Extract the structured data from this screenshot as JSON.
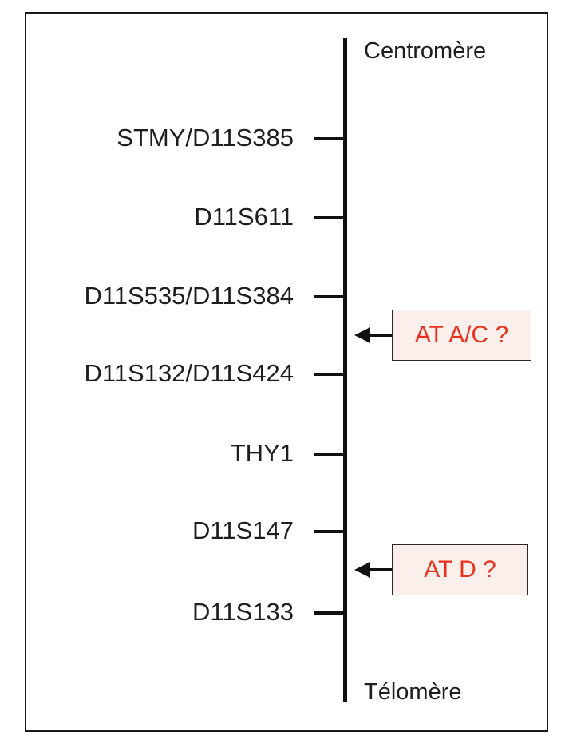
{
  "diagram": {
    "top_end_label": "Centromère",
    "bottom_end_label": "Télomère",
    "markers": [
      {
        "label": "STMY/D11S385"
      },
      {
        "label": "D11S611"
      },
      {
        "label": "D11S535/D11S384"
      },
      {
        "label": "D11S132/D11S424"
      },
      {
        "label": "THY1"
      },
      {
        "label": "D11S147"
      },
      {
        "label": "D11S133"
      }
    ],
    "candidate_loci": [
      {
        "label": "AT A/C ?"
      },
      {
        "label": "AT D ?"
      }
    ],
    "colors": {
      "line": "#111111",
      "text": "#1e1e1e",
      "candidate_text": "#e8321e",
      "candidate_fill": "#fbefec",
      "frame": "#1a1a1a"
    }
  }
}
